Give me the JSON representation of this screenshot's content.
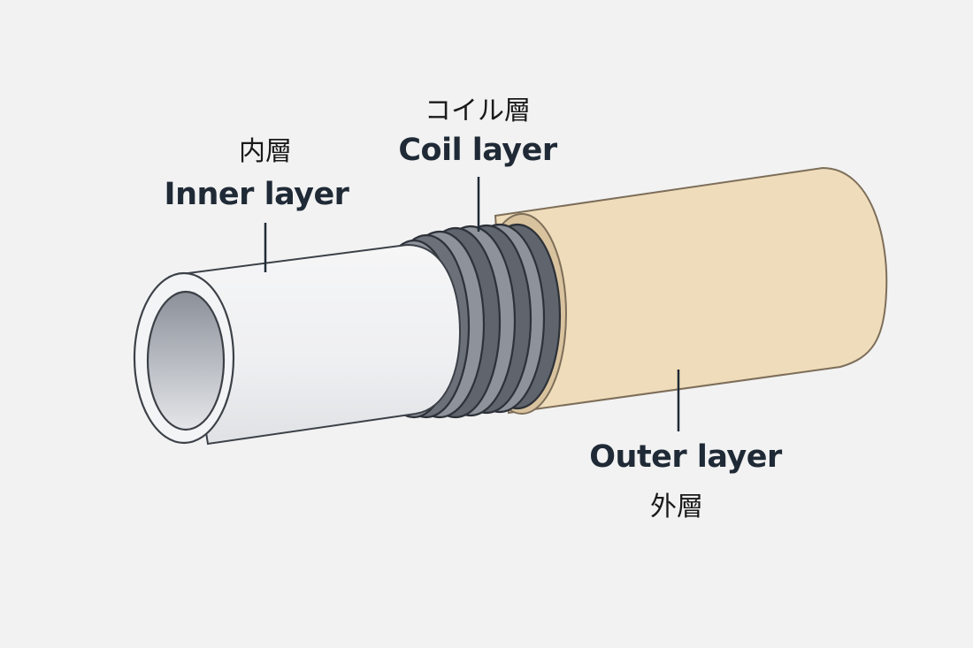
{
  "diagram": {
    "subject": "Three-layer tube cross-section (cutaway)",
    "colors": {
      "background": "#f2f2f2",
      "inner_layer": "#f0f1f3",
      "inner_bore": "#a9adb4",
      "coil_dark": "#5f646d",
      "coil_light": "#8d929b",
      "outer_layer": "#efdcba",
      "outer_edge": "#d8c29d",
      "outline": "#3c4148",
      "text": "#1f2a36"
    },
    "labels": {
      "inner": {
        "jp": "内層",
        "en": "Inner layer"
      },
      "coil": {
        "jp": "コイル層",
        "en": "Coil layer"
      },
      "outer": {
        "en": "Outer layer",
        "jp": "外層"
      }
    }
  }
}
